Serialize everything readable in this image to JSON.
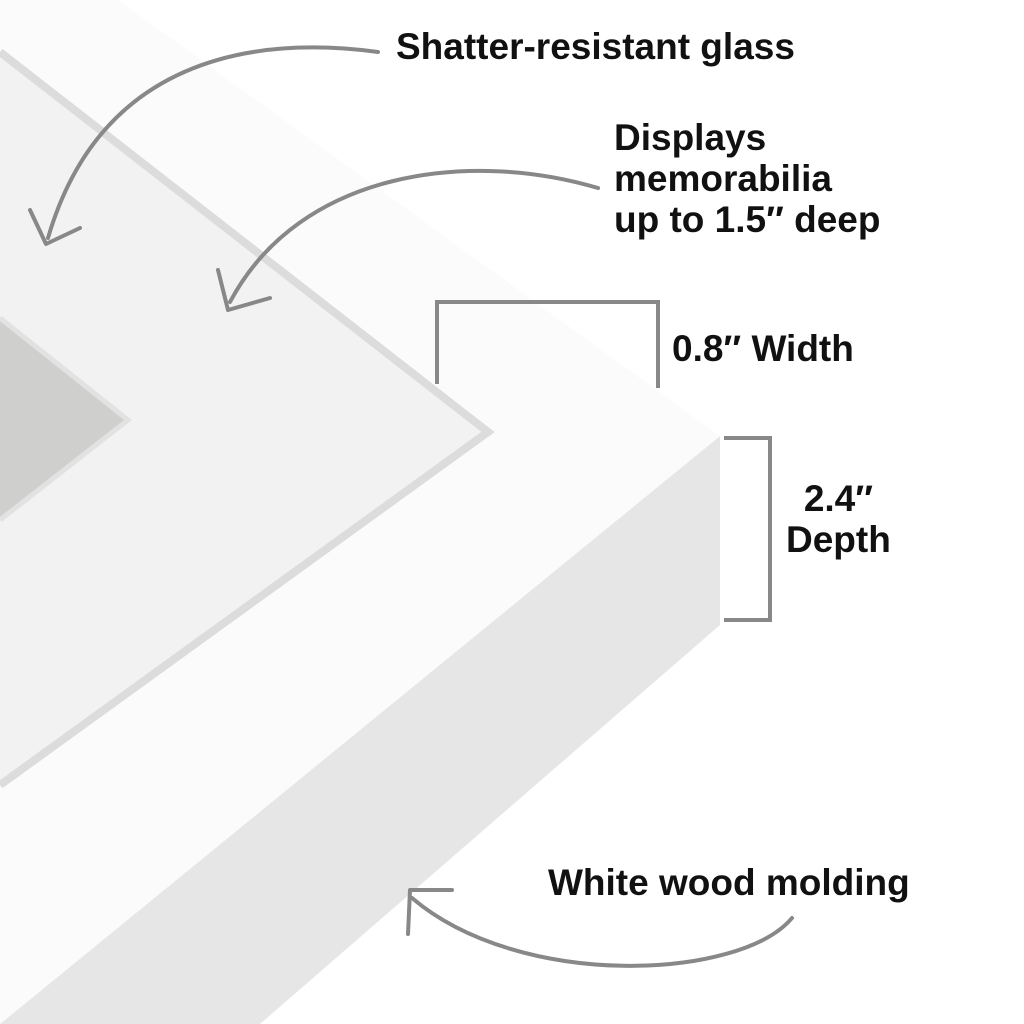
{
  "callouts": {
    "glass": "Shatter-resistant glass",
    "memorabilia": [
      "Displays",
      "memorabilia",
      "up to 1.5″ deep"
    ],
    "width": "0.8″ Width",
    "depth": [
      "2.4″",
      "Depth"
    ],
    "molding": "White wood molding"
  },
  "colors": {
    "frame_face": "#fbfbfb",
    "frame_side": "#e6e6e6",
    "glass": "#f1f1f1",
    "backing": "#cfcfce",
    "annotation": "#888888",
    "text": "#111111"
  },
  "icons": [
    "curved-arrow",
    "dimension-bracket"
  ]
}
